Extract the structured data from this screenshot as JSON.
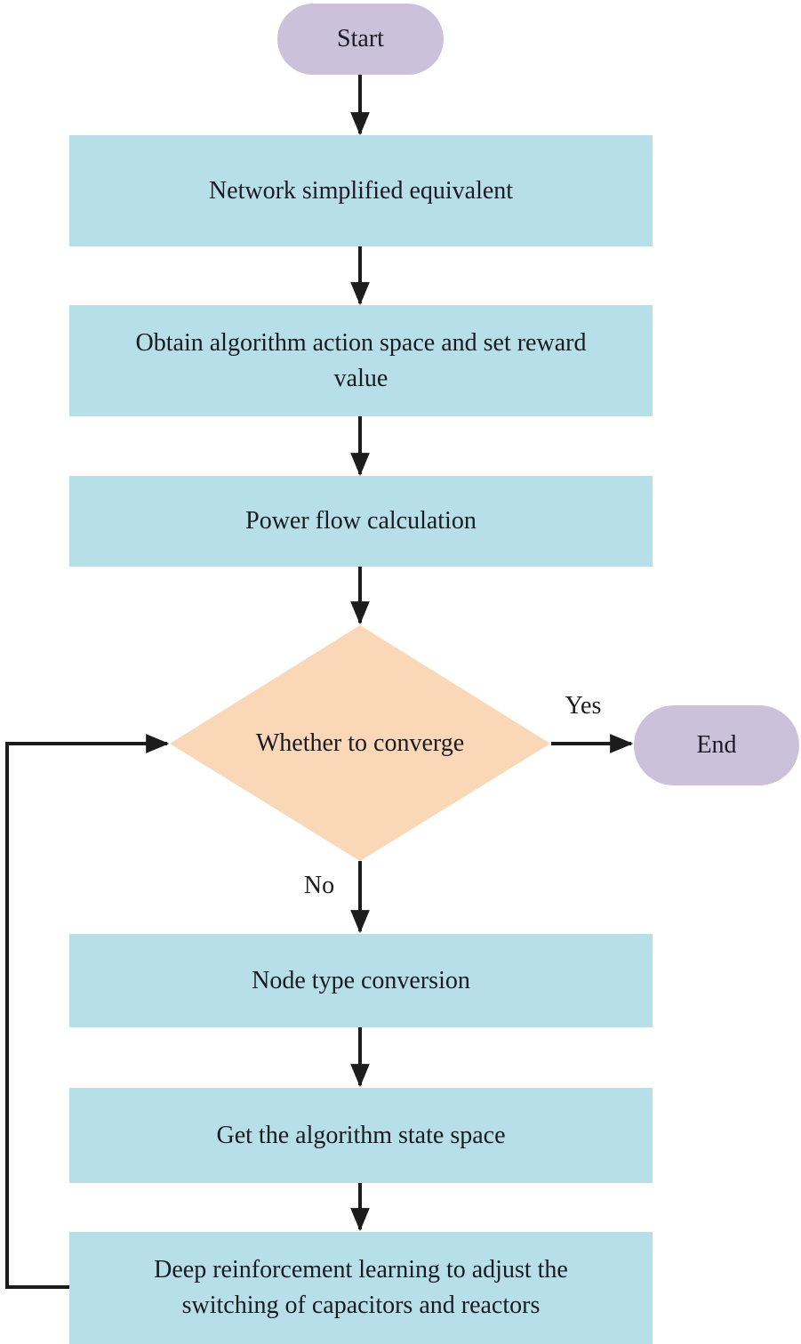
{
  "flowchart": {
    "nodes": {
      "start": {
        "label": "Start",
        "type": "terminator"
      },
      "network_simplified": {
        "label": "Network simplified equivalent",
        "type": "process"
      },
      "action_space": {
        "label": "Obtain algorithm action space and set reward value",
        "type": "process"
      },
      "power_flow": {
        "label": "Power flow calculation",
        "type": "process"
      },
      "converge_decision": {
        "label": "Whether to converge",
        "type": "decision"
      },
      "end": {
        "label": "End",
        "type": "terminator"
      },
      "node_type": {
        "label": "Node type conversion",
        "type": "process"
      },
      "state_space": {
        "label": "Get the algorithm state space",
        "type": "process"
      },
      "deep_rl": {
        "label": "Deep reinforcement learning to adjust the switching of capacitors and reactors",
        "type": "process"
      }
    },
    "edge_labels": {
      "yes": "Yes",
      "no": "No"
    }
  },
  "theme": {
    "process-fill": "#b7dfe9",
    "terminator-fill": "#ccc1da",
    "decision-fill": "#f9d7b7",
    "line-color": "#1c1c1c",
    "text-color": "#1a1a22"
  }
}
